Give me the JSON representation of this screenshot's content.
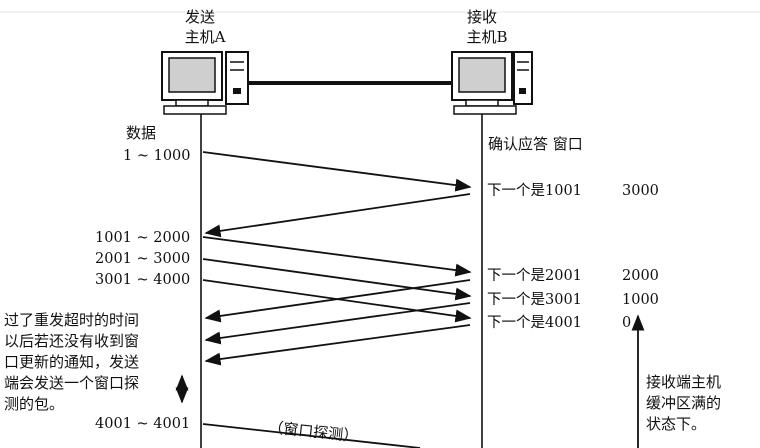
{
  "host_a": {
    "line1": "发送",
    "line2": "主机A"
  },
  "host_b": {
    "line1": "接收",
    "line2": "主机B"
  },
  "sender_header": {
    "line1": "数据",
    "line2": "1 ~ 1000"
  },
  "receiver_header": "确认应答 窗口",
  "sent_segments": [
    "1001 ~ 2000",
    "2001 ~ 3000",
    "3001 ~ 4000",
    "4001 ~ 4001"
  ],
  "acks": [
    {
      "ack": "下一个是1001",
      "window": "3000"
    },
    {
      "ack": "下一个是2001",
      "window": "2000"
    },
    {
      "ack": "下一个是3001",
      "window": "1000"
    },
    {
      "ack": "下一个是4001",
      "window": "0"
    }
  ],
  "sender_note": "过了重发超时的时间\n以后若还没有收到窗\n口更新的通知，发送\n端会发送一个窗口探\n测的包。",
  "receiver_note": "接收端主机\n缓冲区满的\n状态下。",
  "probe_label": "（窗口探测）"
}
